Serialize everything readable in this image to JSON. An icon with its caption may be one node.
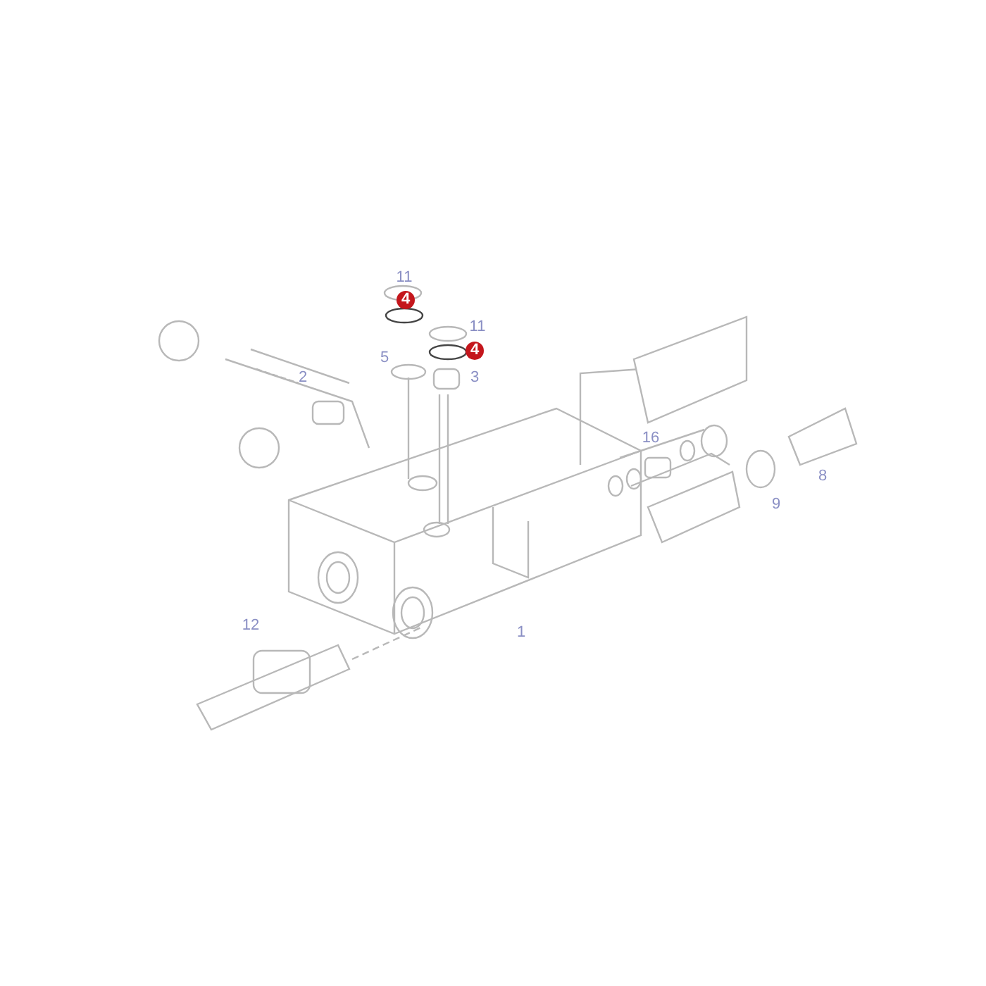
{
  "diagram": {
    "labels": [
      "11",
      "4",
      "11",
      "4",
      "5",
      "3",
      "2",
      "16",
      "8",
      "9",
      "12",
      "1"
    ]
  }
}
